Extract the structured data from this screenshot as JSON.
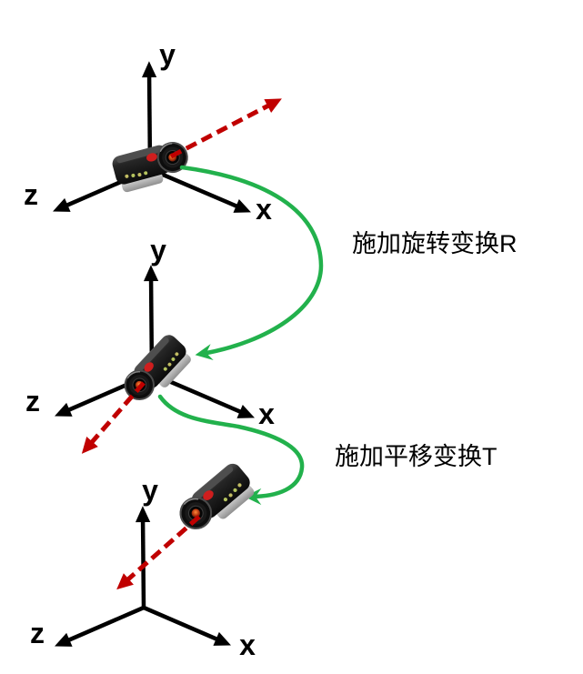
{
  "diagram": {
    "description": "Camera pose transformation: applying rotation R then translation T to a camera in 3D coordinate frames",
    "background": "#ffffff",
    "colors": {
      "axis": "#000000",
      "optical_axis_arrow": "#c00000",
      "transform_arrow": "#22b14c",
      "text": "#000000"
    },
    "frames": [
      {
        "name": "initial-frame",
        "labels": {
          "x": "x",
          "y": "y",
          "z": "z"
        }
      },
      {
        "name": "after-rotation-frame",
        "labels": {
          "x": "x",
          "y": "y",
          "z": "z"
        }
      },
      {
        "name": "after-translation-frame",
        "labels": {
          "x": "x",
          "y": "y",
          "z": "z"
        }
      }
    ],
    "cameras": [
      {
        "icon": "camcorder-icon",
        "pose": "at origin, lens facing upper-right"
      },
      {
        "icon": "camcorder-icon",
        "pose": "at origin, rotated, lens facing lower-left"
      },
      {
        "icon": "camcorder-icon",
        "pose": "translated off origin, lens facing lower-left"
      }
    ],
    "annotations": {
      "rotation_label": "施加旋转变换R",
      "translation_label": "施加平移变换T"
    }
  }
}
